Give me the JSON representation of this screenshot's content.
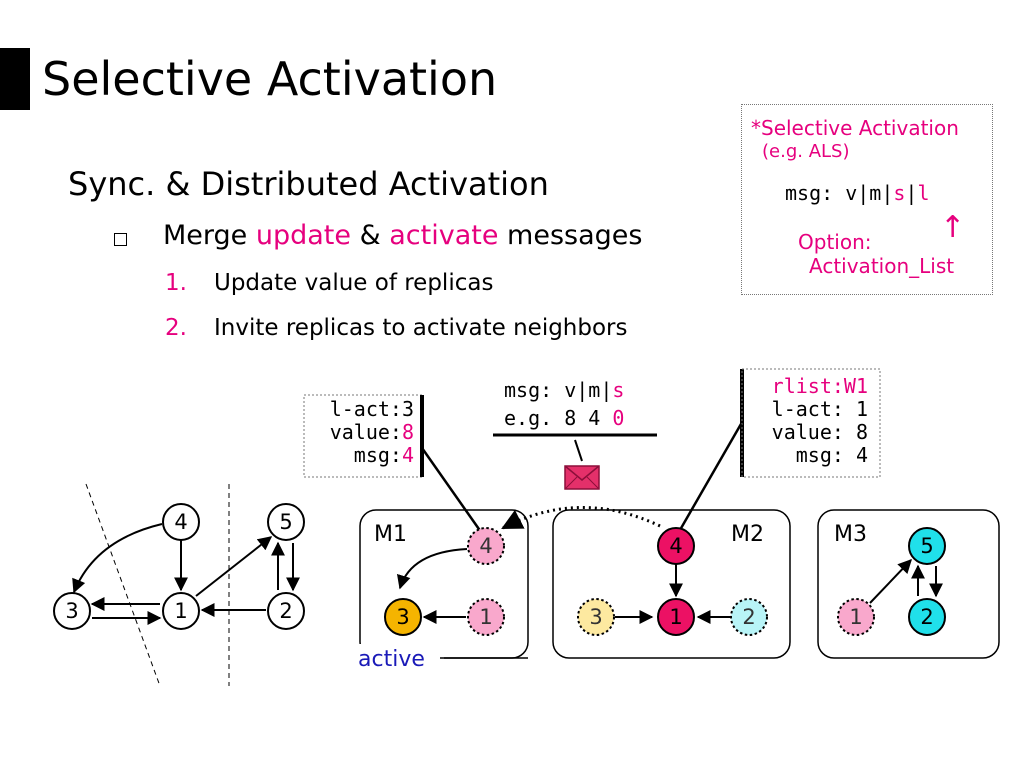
{
  "title": "Selective Activation",
  "subtitle": "Sync. & Distributed Activation",
  "bullet": {
    "text_before": "Merge ",
    "update": "update",
    "amp": " & ",
    "activate": "activate",
    "text_after": " messages"
  },
  "steps": [
    {
      "num": "1.",
      "text": "Update value of replicas"
    },
    {
      "num": "2.",
      "text": "Invite replicas to activate neighbors"
    }
  ],
  "sidebox": {
    "title": "*Selective Activation",
    "example": "(e.g. ALS)",
    "msg_prefix": "msg: v|m|",
    "msg_s": "s",
    "msg_sep": "|",
    "msg_l": "l",
    "arrow": "↑",
    "option_line1": "Option:",
    "option_line2": "Activation_List"
  },
  "left_note": {
    "l_act": "l-act:3",
    "value_label": "value:",
    "value": "8",
    "msg_label": "msg:",
    "msg": "4"
  },
  "msg_note": {
    "line1_prefix": "msg: v|m|",
    "line1_s": "s",
    "line2_prefix": "e.g. 8 4 ",
    "line2_s": "0"
  },
  "right_note": {
    "rlist": "rlist:W1",
    "l_act": "l-act: 1",
    "value": "value: 8",
    "msg": "msg: 4"
  },
  "machines": [
    {
      "label": "M1"
    },
    {
      "label": "M2"
    },
    {
      "label": "M3"
    }
  ],
  "active_label": "active",
  "graph_nodes": [
    {
      "id": "4",
      "label": "4"
    },
    {
      "id": "5",
      "label": "5"
    },
    {
      "id": "3",
      "label": "3"
    },
    {
      "id": "1",
      "label": "1"
    },
    {
      "id": "2",
      "label": "2"
    }
  ],
  "m1_nodes": [
    {
      "label": "4",
      "fill": "#f9a8cc",
      "dotted": true
    },
    {
      "label": "3",
      "fill": "#f5b400",
      "dotted": false
    },
    {
      "label": "1",
      "fill": "#f9a8cc",
      "dotted": true
    }
  ],
  "m2_nodes": [
    {
      "label": "4",
      "fill": "#ec1164",
      "dotted": false
    },
    {
      "label": "3",
      "fill": "#fde9a0",
      "dotted": true
    },
    {
      "label": "1",
      "fill": "#ec1164",
      "dotted": false
    },
    {
      "label": "2",
      "fill": "#b8f4f7",
      "dotted": true
    }
  ],
  "m3_nodes": [
    {
      "label": "5",
      "fill": "#20e0ea",
      "dotted": false
    },
    {
      "label": "1",
      "fill": "#f9a8cc",
      "dotted": true
    },
    {
      "label": "2",
      "fill": "#20e0ea",
      "dotted": false
    }
  ],
  "colors": {
    "accent": "#e6007e",
    "active_text": "#1a1ab8",
    "envelope": "#e4306a"
  },
  "icons": {
    "envelope": "envelope-icon",
    "bullet": "square-bullet-icon"
  }
}
